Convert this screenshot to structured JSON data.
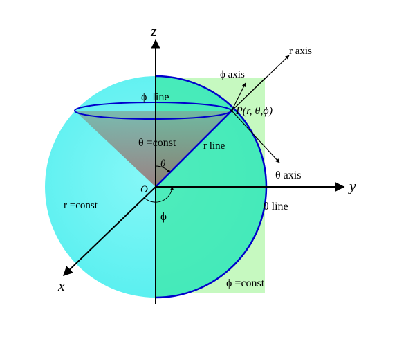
{
  "labels": {
    "z_axis": "z",
    "y_axis": "y",
    "x_axis": "x",
    "origin": "O",
    "point": "P(r, θ,ϕ)",
    "r_axis": "r axis",
    "phi_axis": "ϕ axis",
    "theta_axis": "θ axis",
    "phi_line": "ϕ  line",
    "theta_const": "θ =const",
    "r_line": "r line",
    "theta_angle": "θ",
    "r_const": "r =const",
    "phi_angle": "ϕ",
    "theta_line": "θ line",
    "phi_const": "ϕ =const"
  },
  "colors": {
    "sphere": "#5ef3f3",
    "phi_plane": "#c6f9c0",
    "cone": "#8a8a70",
    "circle_lines": "#0000cc",
    "axes": "#000000"
  }
}
